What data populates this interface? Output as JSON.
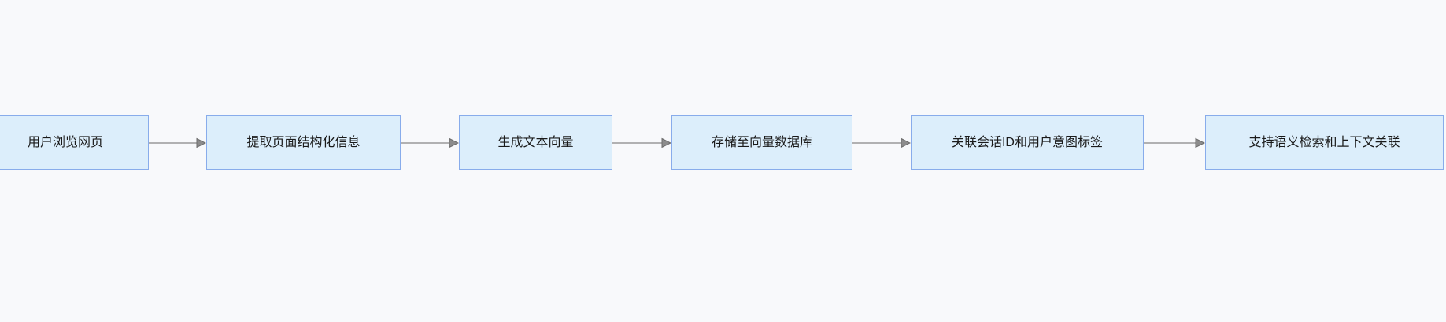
{
  "theme": {
    "canvas_bg": "#f8f9fb",
    "node_fill": "#dceefb",
    "node_border": "#88aceb",
    "node_text": "#1a1a1a",
    "arrow_line": "#999999",
    "arrowhead_fill": "#8c8c8c",
    "arrowhead_stroke": "#6b6b6b"
  },
  "flowchart": {
    "direction": "left-to-right",
    "nodes": [
      {
        "label": "用户浏览网页"
      },
      {
        "label": "提取页面结构化信息"
      },
      {
        "label": "生成文本向量"
      },
      {
        "label": "存储至向量数据库"
      },
      {
        "label": "关联会话ID和用户意图标签"
      },
      {
        "label": "支持语义检索和上下文关联"
      }
    ],
    "edges": [
      {
        "from": 0,
        "to": 1
      },
      {
        "from": 1,
        "to": 2
      },
      {
        "from": 2,
        "to": 3
      },
      {
        "from": 3,
        "to": 4
      },
      {
        "from": 4,
        "to": 5
      }
    ]
  }
}
